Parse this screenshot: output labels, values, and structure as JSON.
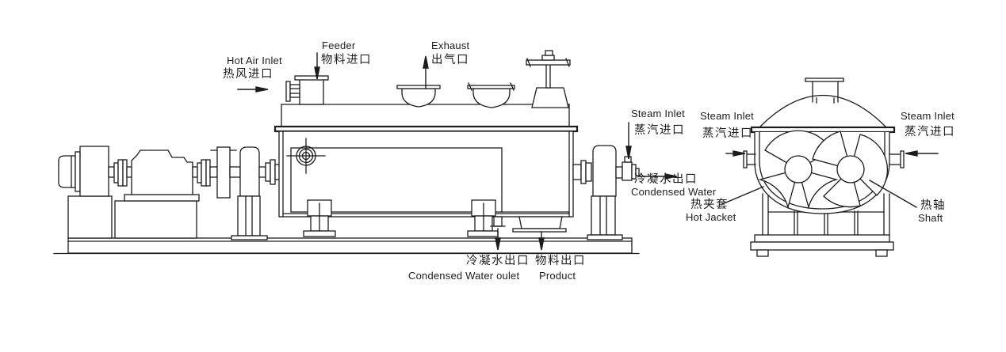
{
  "diagram": {
    "colors": {
      "line": "#1c1c1c",
      "background": "#ffffff"
    },
    "labels": {
      "hot_air_inlet": {
        "en": "Hot Air Inlet",
        "zh": "热风进口"
      },
      "feeder": {
        "en": "Feeder",
        "zh": "物料进口"
      },
      "exhaust": {
        "en": "Exhaust",
        "zh": "出气口"
      },
      "steam_inlet_rotary": {
        "en": "Steam Inlet",
        "zh": "蒸汽进口"
      },
      "steam_inlet_left": {
        "en": "Steam Inlet",
        "zh": "蒸汽进口"
      },
      "steam_inlet_right": {
        "en": "Steam Inlet",
        "zh": "蒸汽进口"
      },
      "condensed_water": {
        "en": "Condensed Water",
        "zh": "冷凝水出口"
      },
      "hot_jacket": {
        "en": "Hot Jacket",
        "zh": "热夹套"
      },
      "shaft": {
        "en": "Shaft",
        "zh": "热轴"
      },
      "condensed_water_outlet": {
        "en": "Condensed Water oulet",
        "zh": "冷凝水出口"
      },
      "product": {
        "en": "Product",
        "zh": "物料出口"
      }
    }
  }
}
